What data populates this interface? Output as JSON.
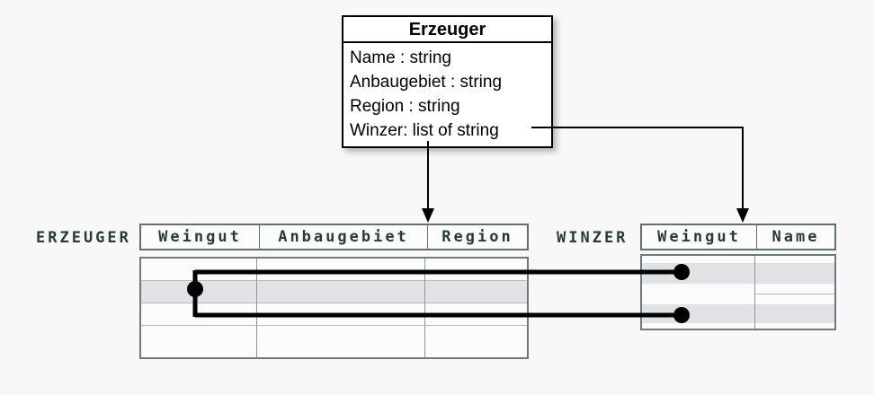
{
  "diagram": {
    "class_box": {
      "title": "Erzeuger",
      "attributes": [
        "Name : string",
        "Anbaugebiet : string",
        "Region : string",
        "Winzer: list of string"
      ]
    },
    "tables": {
      "erzeuger": {
        "label": "ERZEUGER",
        "columns": [
          "Weingut",
          "Anbaugebiet",
          "Region"
        ],
        "row_count": 4,
        "highlighted_row": 2
      },
      "winzer": {
        "label": "WINZER",
        "columns": [
          "Weingut",
          "Name"
        ],
        "highlighted_rows": [
          1,
          2
        ]
      }
    },
    "colors": {
      "background": "#f8f8f8",
      "table_border": "#5f7070",
      "header_text": "#263a3a",
      "row_highlight": "#e1e2e5",
      "connector": "#000000"
    }
  }
}
